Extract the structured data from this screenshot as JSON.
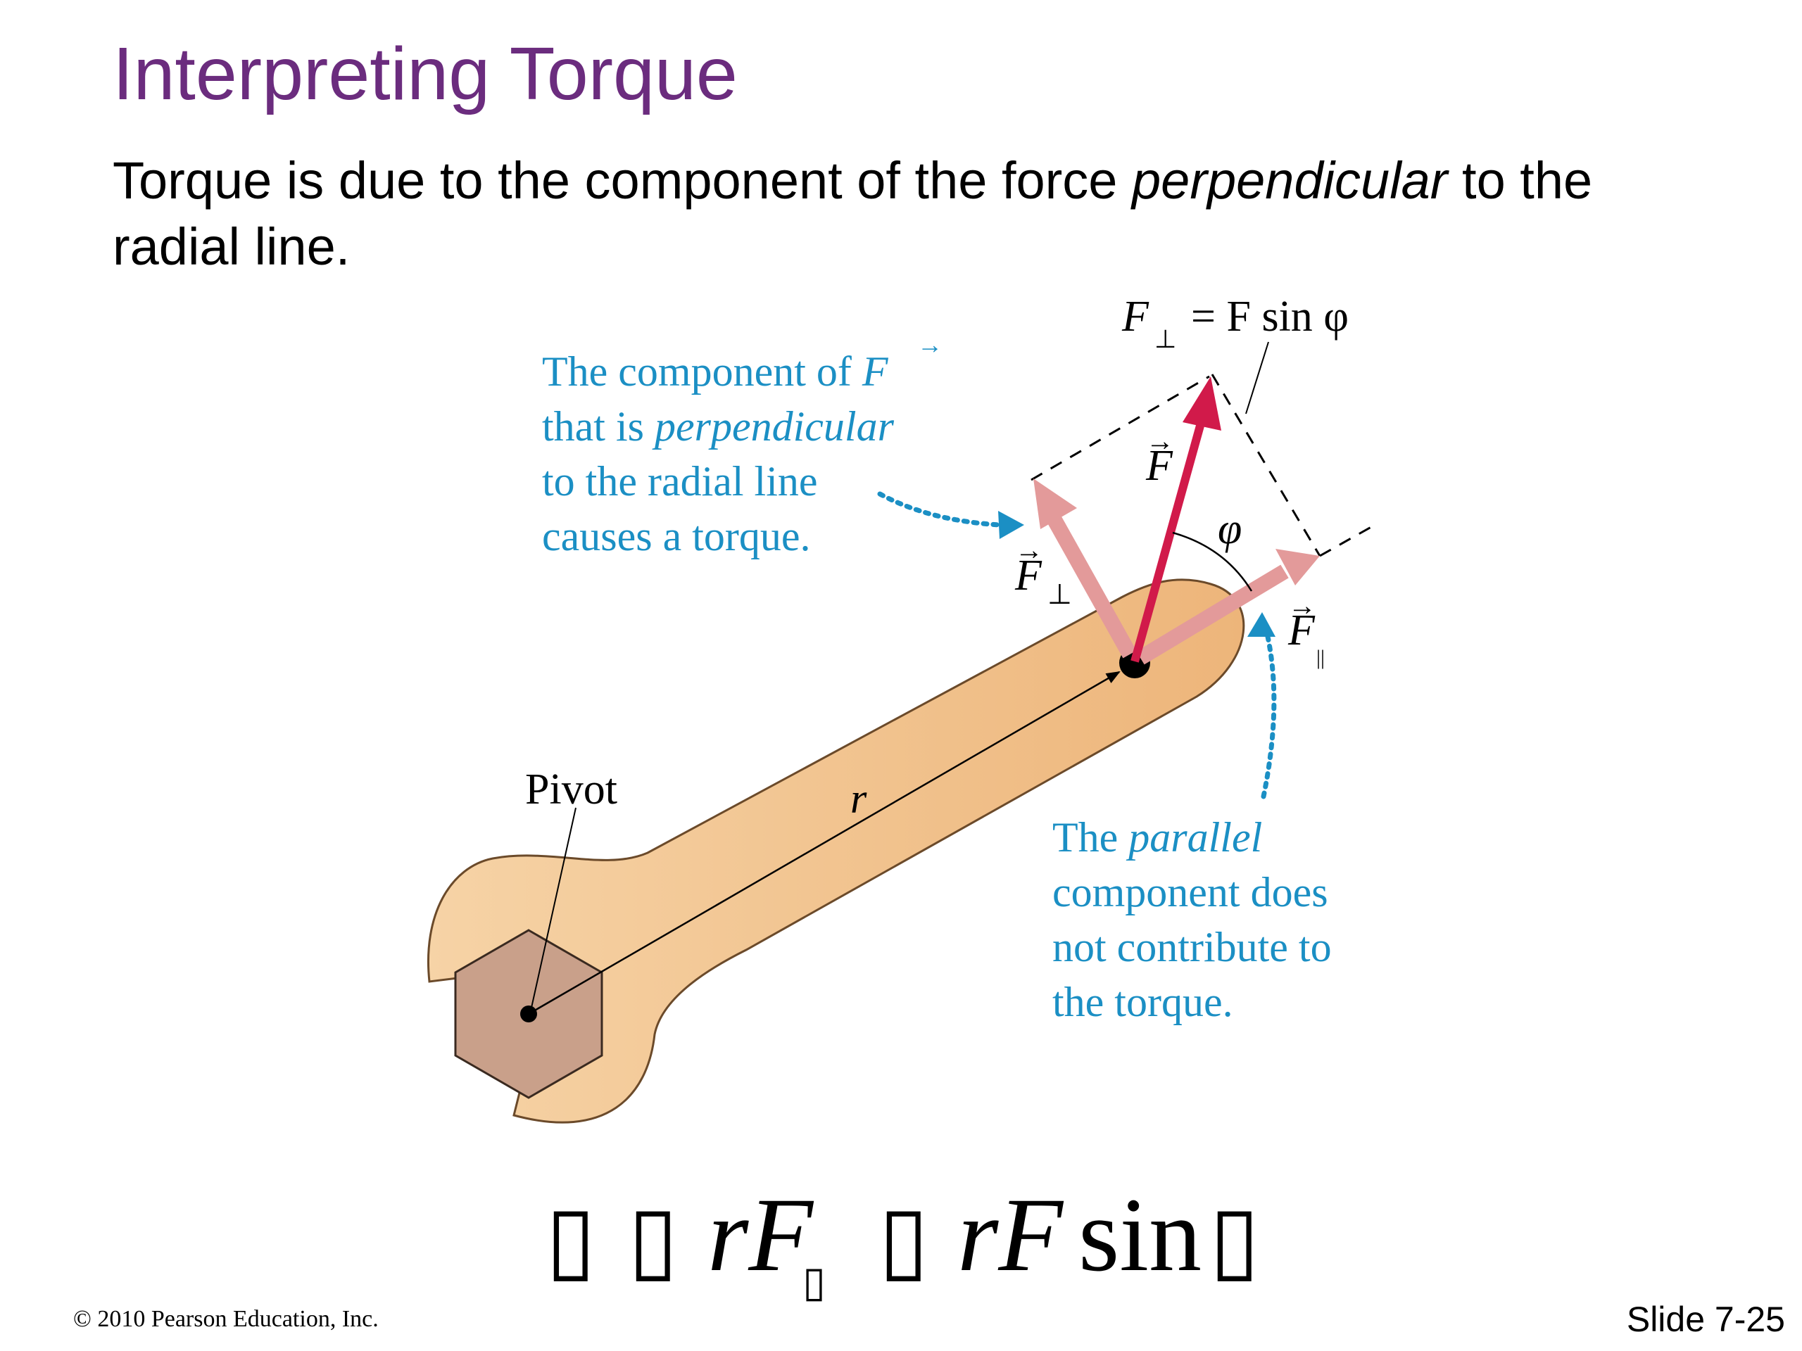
{
  "slide": {
    "title": "Interpreting Torque",
    "intro_before": "Torque is due to the component of the force ",
    "intro_emph": "perpendicular",
    "intro_after": " to the radial line.",
    "footer": "© 2010 Pearson Education, Inc.",
    "slide_number": "Slide 7-25"
  },
  "diagram": {
    "formula_top": "= F sin φ",
    "perp_note": {
      "line1": "The component of ",
      "line2_a": "that is ",
      "line2_b": "perpendicular",
      "line3": "to the radial line",
      "line4": "causes a torque."
    },
    "parallel_note": {
      "line1_a": "The ",
      "line1_b": "parallel",
      "line2": "component does",
      "line3": "not contribute to",
      "line4": "the torque."
    },
    "pivot_label": "Pivot",
    "r_label": "r",
    "phi_label": "φ",
    "F_symbol": "F",
    "perp_subscript": "⊥",
    "par_subscript": "||",
    "equation": {
      "box1": "▯",
      "box2": "▯",
      "part1": "rF",
      "subbox": "▯",
      "box3": "▯",
      "part2": "rF",
      "part3": "sin",
      "box4": "▯"
    },
    "colors": {
      "title": "#6b2c7e",
      "annotation": "#1b8fc4",
      "force": "#d11a4a",
      "component": "#e39a9a",
      "wrench": "#f1c28f",
      "nut": "#c9a08a"
    }
  }
}
